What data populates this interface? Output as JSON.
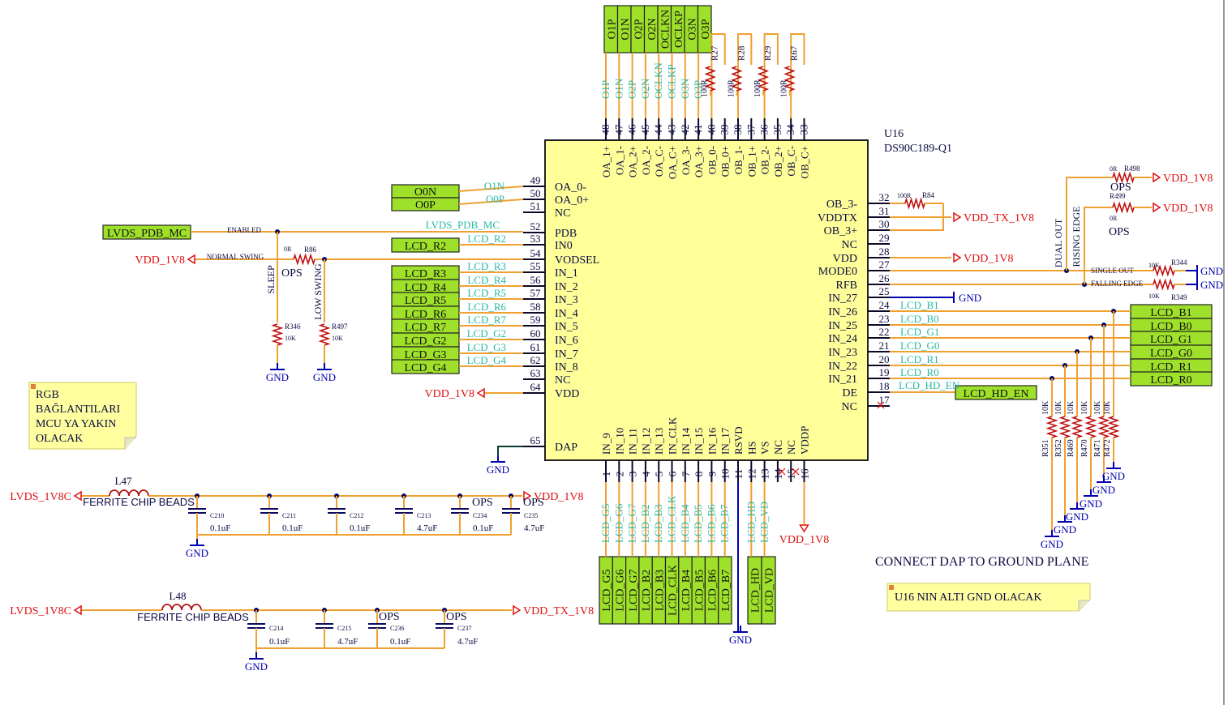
{
  "colors": {
    "wire": "#f0a030",
    "pin": "#0a0a28",
    "net": "#27b8a8",
    "power": "#e01010",
    "gnd": "#0000b0",
    "chip_fill": "#ffff99",
    "port_fill": "#9ee02a",
    "note_fill": "#ffffa0",
    "text": "#0a0a40"
  },
  "chip": {
    "designator": "U16",
    "part": "DS90C189-Q1",
    "left_pins": [
      {
        "num": "49",
        "name": "OA_0-",
        "net": "O1N",
        "port": "O0N"
      },
      {
        "num": "50",
        "name": "OA_0+",
        "net": "O0P",
        "port": "O0P"
      },
      {
        "num": "51",
        "name": "NC",
        "net": "",
        "port": ""
      },
      {
        "num": "52",
        "name": "PDB",
        "net": "LVDS_PDB_MC",
        "port": ""
      },
      {
        "num": "53",
        "name": "IN0",
        "net": "LCD_R2",
        "port": "LCD_R2"
      },
      {
        "num": "54",
        "name": "VODSEL",
        "net": "",
        "port": ""
      },
      {
        "num": "55",
        "name": "IN_1",
        "net": "LCD_R3",
        "port": "LCD_R3"
      },
      {
        "num": "56",
        "name": "IN_2",
        "net": "LCD_R4",
        "port": "LCD_R4"
      },
      {
        "num": "57",
        "name": "IN_3",
        "net": "LCD_R5",
        "port": "LCD_R5"
      },
      {
        "num": "58",
        "name": "IN_4",
        "net": "LCD_R6",
        "port": "LCD_R6"
      },
      {
        "num": "59",
        "name": "IN_5",
        "net": "LCD_R7",
        "port": "LCD_R7"
      },
      {
        "num": "60",
        "name": "IN_6",
        "net": "LCD_G2",
        "port": "LCD_G2"
      },
      {
        "num": "61",
        "name": "IN_7",
        "net": "LCD_G3",
        "port": "LCD_G3"
      },
      {
        "num": "62",
        "name": "IN_8",
        "net": "LCD_G4",
        "port": "LCD_G4"
      },
      {
        "num": "63",
        "name": "NC",
        "net": "",
        "port": ""
      },
      {
        "num": "64",
        "name": "VDD",
        "net": "",
        "port": ""
      },
      {
        "num": "65",
        "name": "DAP",
        "net": "",
        "port": ""
      }
    ],
    "right_pins": [
      {
        "num": "32",
        "name": "OB_3-"
      },
      {
        "num": "31",
        "name": "VDDTX"
      },
      {
        "num": "30",
        "name": "OB_3+"
      },
      {
        "num": "29",
        "name": "NC"
      },
      {
        "num": "28",
        "name": "VDD"
      },
      {
        "num": "27",
        "name": "MODE0"
      },
      {
        "num": "26",
        "name": "RFB"
      },
      {
        "num": "25",
        "name": "IN_27",
        "net": ""
      },
      {
        "num": "24",
        "name": "IN_26",
        "net": "LCD_B1"
      },
      {
        "num": "23",
        "name": "IN_25",
        "net": "LCD_B0"
      },
      {
        "num": "22",
        "name": "IN_24",
        "net": "LCD_G1"
      },
      {
        "num": "21",
        "name": "IN_23",
        "net": "LCD_G0"
      },
      {
        "num": "20",
        "name": "IN_22",
        "net": "LCD_R1"
      },
      {
        "num": "19",
        "name": "IN_21",
        "net": "LCD_R0"
      },
      {
        "num": "18",
        "name": "DE",
        "net": "LCD_HD_EN"
      },
      {
        "num": "17",
        "name": "NC",
        "net": ""
      }
    ],
    "top_pins": [
      {
        "num": "48",
        "name": "OA_1+",
        "net": "O1P"
      },
      {
        "num": "47",
        "name": "OA_1-",
        "net": "O1N"
      },
      {
        "num": "46",
        "name": "OA_2+",
        "net": "O2P"
      },
      {
        "num": "45",
        "name": "OA_2-",
        "net": "O2N"
      },
      {
        "num": "44",
        "name": "OA_C-",
        "net": "OCLKN"
      },
      {
        "num": "43",
        "name": "OA_C+",
        "net": "OCLKP"
      },
      {
        "num": "42",
        "name": "OA_3-",
        "net": "O3N"
      },
      {
        "num": "41",
        "name": "OA_3+",
        "net": "O3P"
      },
      {
        "num": "40",
        "name": "OB_0-",
        "net": ""
      },
      {
        "num": "39",
        "name": "OB_0+",
        "net": ""
      },
      {
        "num": "38",
        "name": "OB_1-",
        "net": ""
      },
      {
        "num": "37",
        "name": "OB_1+",
        "net": ""
      },
      {
        "num": "36",
        "name": "OB_2-",
        "net": ""
      },
      {
        "num": "35",
        "name": "OB_2+",
        "net": ""
      },
      {
        "num": "34",
        "name": "OB_C-",
        "net": ""
      },
      {
        "num": "33",
        "name": "OB_C+",
        "net": ""
      }
    ],
    "bottom_pins": [
      {
        "num": "1",
        "name": "IN_9",
        "net": "LCD_G5"
      },
      {
        "num": "2",
        "name": "IN_10",
        "net": "LCD_G6"
      },
      {
        "num": "3",
        "name": "IN_11",
        "net": "LCD_G7"
      },
      {
        "num": "4",
        "name": "IN_12",
        "net": "LCD_B2"
      },
      {
        "num": "5",
        "name": "IN_13",
        "net": "LCD_B3"
      },
      {
        "num": "6",
        "name": "IN_CLK",
        "net": "LCD_CLK"
      },
      {
        "num": "7",
        "name": "IN_14",
        "net": "LCD_B4"
      },
      {
        "num": "8",
        "name": "IN_15",
        "net": "LCD_B5"
      },
      {
        "num": "9",
        "name": "IN_16",
        "net": "LCD_B6"
      },
      {
        "num": "10",
        "name": "IN_17",
        "net": "LCD_B7"
      },
      {
        "num": "11",
        "name": "RSVD",
        "net": ""
      },
      {
        "num": "12",
        "name": "HS",
        "net": "LCD_HD"
      },
      {
        "num": "13",
        "name": "VS",
        "net": "LCD_VD"
      },
      {
        "num": "14",
        "name": "NC",
        "net": ""
      },
      {
        "num": "15",
        "name": "NC",
        "net": ""
      },
      {
        "num": "16",
        "name": "VDDP",
        "net": ""
      }
    ]
  },
  "top_ports": [
    "O1P",
    "O1N",
    "O2P",
    "O2N",
    "OCLKN",
    "OCLKP",
    "O3N",
    "O3P"
  ],
  "right_ports": [
    "LCD_B1",
    "LCD_B0",
    "LCD_G1",
    "LCD_G0",
    "LCD_R1",
    "LCD_R0"
  ],
  "bottom_ports_a": [
    "LCD_G5",
    "LCD_G6",
    "LCD_G7",
    "LCD_B2",
    "LCD_B3",
    "LCD_CLK",
    "LCD_B4",
    "LCD_B5",
    "LCD_B6",
    "LCD_B7"
  ],
  "bottom_ports_b": [
    "LCD_HD",
    "LCD_VD"
  ],
  "top_resistors": [
    {
      "ref": "R27",
      "value": "100R"
    },
    {
      "ref": "R28",
      "value": "100R"
    },
    {
      "ref": "R29",
      "value": "100R"
    },
    {
      "ref": "R67",
      "value": "100R"
    }
  ],
  "pulldowns": [
    {
      "ref": "R351",
      "value": "10K"
    },
    {
      "ref": "R352",
      "value": "10K"
    },
    {
      "ref": "R469",
      "value": "10K"
    },
    {
      "ref": "R470",
      "value": "10K"
    },
    {
      "ref": "R471",
      "value": "10K"
    },
    {
      "ref": "R472",
      "value": "10K"
    }
  ],
  "labels": {
    "lvds_pdb_port": "LVDS_PDB_MC",
    "enabled": "ENABLED",
    "normal_swing": "NORMAL SWING",
    "sleep": "SLEEP",
    "low_swing": "LOW SWING",
    "ops": "OPS",
    "vdd_1v8": "VDD_1V8",
    "vdd_tx_1v8": "VDD_TX_1V8",
    "lvds_1v8c": "LVDS_1V8C",
    "gnd": "GND",
    "r86": "R86",
    "r86_val": "0R",
    "r346": "R346",
    "r346_val": "10K",
    "r497": "R497",
    "r497_val": "10K",
    "r84": "R84",
    "r84_val": "100R",
    "r498": "R498",
    "r498_val": "0R",
    "r499": "R499",
    "r499_val": "0R",
    "r344": "R344",
    "r344_val": "10K",
    "r349": "R349",
    "r349_val": "10K",
    "dual_out": "DUAL OUT",
    "rising_edge": "RISING EDGE",
    "single_out": "SINGLE OUT",
    "falling_edge": "FALLING EDGE",
    "lcd_hd_en": "LCD_HD_EN",
    "connect_dap": "CONNECT DAP TO GROUND PLANE",
    "note1": [
      "RGB",
      "BAĞLANTILARI",
      "MCU YA YAKIN",
      "OLACAK"
    ],
    "note2": "U16 NIN ALTI GND OLACAK",
    "l47": "L47",
    "l48": "L48",
    "ferrite": "FERRITE CHIP BEADS"
  },
  "caps_row1": [
    {
      "ref": "C210",
      "value": "0.1uF",
      "ops": ""
    },
    {
      "ref": "C211",
      "value": "0.1uF",
      "ops": ""
    },
    {
      "ref": "C212",
      "value": "0.1uF",
      "ops": ""
    },
    {
      "ref": "C213",
      "value": "4.7uF",
      "ops": ""
    },
    {
      "ref": "C234",
      "value": "0.1uF",
      "ops": "OPS"
    },
    {
      "ref": "C235",
      "value": "4.7uF",
      "ops": "OPS"
    }
  ],
  "caps_row2": [
    {
      "ref": "C214",
      "value": "0.1uF",
      "ops": ""
    },
    {
      "ref": "C215",
      "value": "4.7uF",
      "ops": ""
    },
    {
      "ref": "C236",
      "value": "0.1uF",
      "ops": "OPS"
    },
    {
      "ref": "C237",
      "value": "4.7uF",
      "ops": "OPS"
    }
  ]
}
